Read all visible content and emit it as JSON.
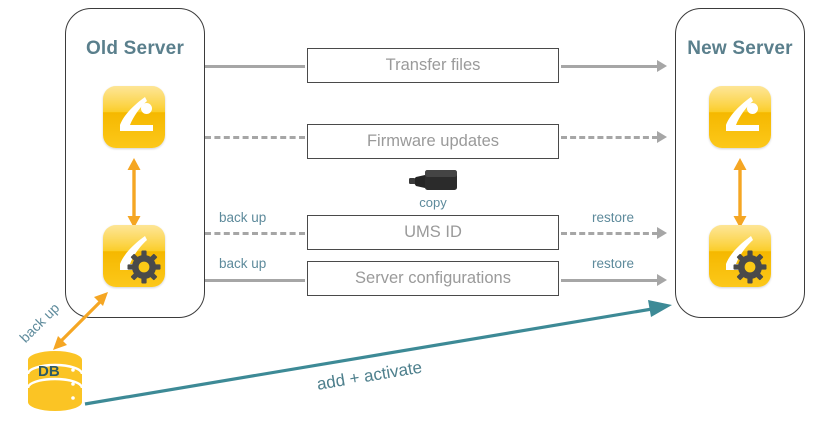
{
  "diagram": {
    "title_old": "Old Server",
    "title_new": "New Server",
    "old_server": {
      "label": "Old Server",
      "icons": [
        {
          "name": "ums-console-icon",
          "type": "app"
        },
        {
          "name": "ums-settings-icon",
          "type": "app-gear"
        }
      ],
      "internal_link": "bidirectional"
    },
    "new_server": {
      "label": "New Server",
      "icons": [
        {
          "name": "ums-console-icon",
          "type": "app"
        },
        {
          "name": "ums-settings-icon",
          "type": "app-gear"
        }
      ],
      "internal_link": "bidirectional"
    },
    "transfers": [
      {
        "id": "transfer-files",
        "label": "Transfer files",
        "line_style": "solid",
        "left_label": "",
        "right_label": ""
      },
      {
        "id": "firmware-updates",
        "label": "Firmware updates",
        "line_style": "dashed",
        "left_label": "",
        "right_label": ""
      },
      {
        "id": "ums-id",
        "label": "UMS ID",
        "line_style": "dashed",
        "left_label": "back up",
        "right_label": "restore"
      },
      {
        "id": "server-configurations",
        "label": "Server configurations",
        "line_style": "solid",
        "left_label": "back up",
        "right_label": "restore"
      }
    ],
    "usb": {
      "icon_name": "usb-adapter-icon",
      "label": "copy"
    },
    "database": {
      "icon_name": "database-cylinder-icon",
      "label": "DB",
      "backup_label": "back up",
      "activate_label": "add + activate"
    },
    "colors": {
      "title": "#5a7f8c",
      "accent_teal": "#3d8a96",
      "accent_orange": "#f5a623",
      "icon_yellow": "#fbc916",
      "line_gray": "#a6a6a6",
      "box_text": "#9a9a9a",
      "small_label": "#5d8a9b",
      "db_text": "#2e5a63"
    }
  }
}
